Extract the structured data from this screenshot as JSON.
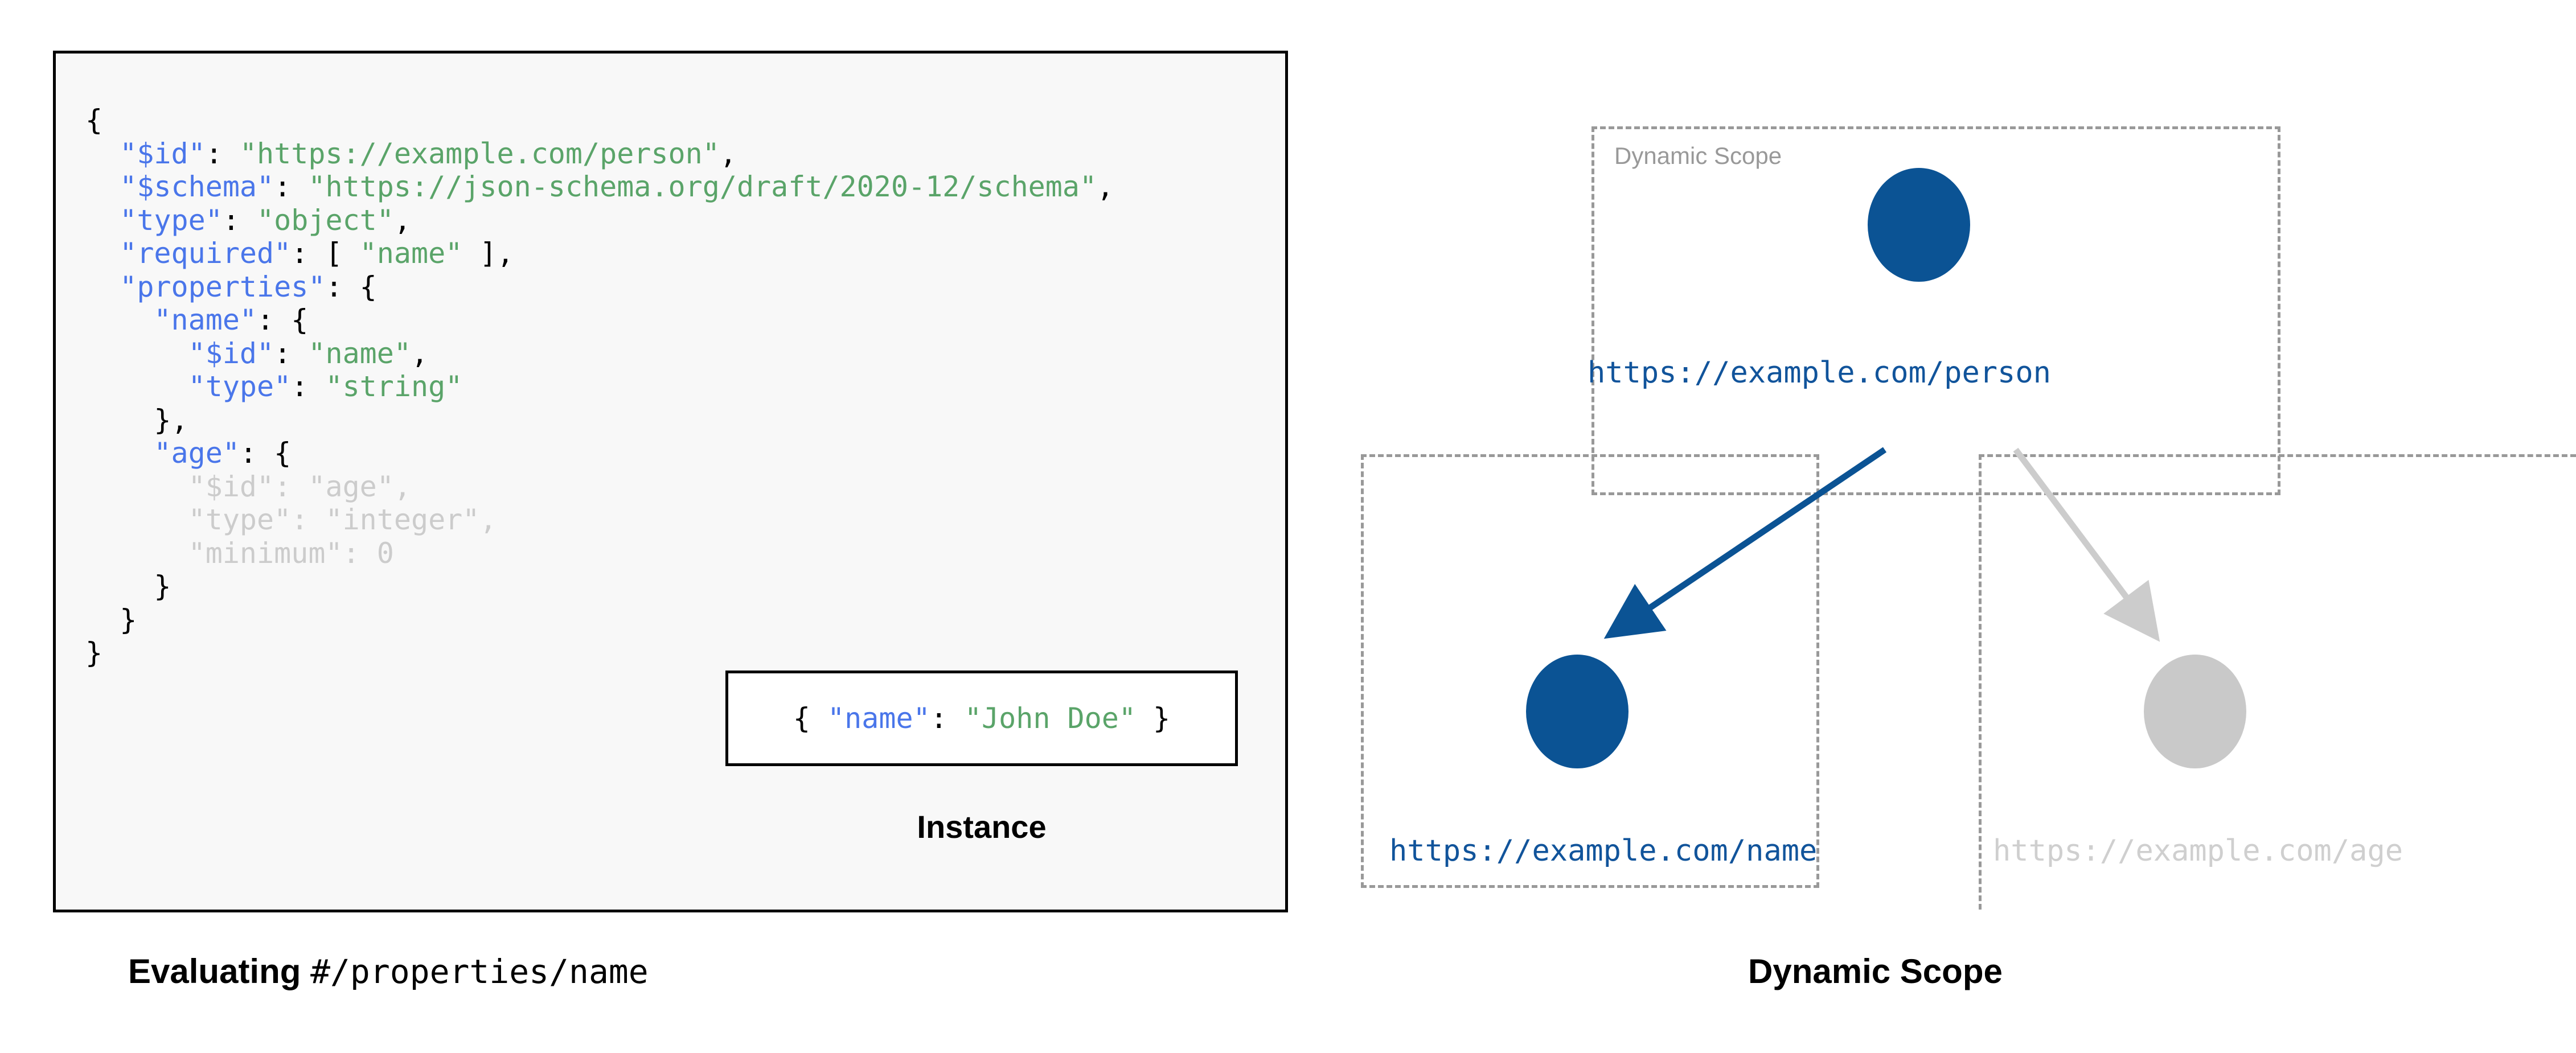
{
  "left_panel": {
    "schema_lines": [
      [
        {
          "t": "{",
          "c": "p"
        }
      ],
      [
        {
          "t": "  ",
          "c": "p"
        },
        {
          "t": "\"$id\"",
          "c": "k"
        },
        {
          "t": ": ",
          "c": "p"
        },
        {
          "t": "\"https://example.com/person\"",
          "c": "s"
        },
        {
          "t": ",",
          "c": "p"
        }
      ],
      [
        {
          "t": "  ",
          "c": "p"
        },
        {
          "t": "\"$schema\"",
          "c": "k"
        },
        {
          "t": ": ",
          "c": "p"
        },
        {
          "t": "\"https://json-schema.org/draft/2020-12/schema\"",
          "c": "s"
        },
        {
          "t": ",",
          "c": "p"
        }
      ],
      [
        {
          "t": "  ",
          "c": "p"
        },
        {
          "t": "\"type\"",
          "c": "k"
        },
        {
          "t": ": ",
          "c": "p"
        },
        {
          "t": "\"object\"",
          "c": "s"
        },
        {
          "t": ",",
          "c": "p"
        }
      ],
      [
        {
          "t": "  ",
          "c": "p"
        },
        {
          "t": "\"required\"",
          "c": "k"
        },
        {
          "t": ": [ ",
          "c": "p"
        },
        {
          "t": "\"name\"",
          "c": "s"
        },
        {
          "t": " ],",
          "c": "p"
        }
      ],
      [
        {
          "t": "  ",
          "c": "p"
        },
        {
          "t": "\"properties\"",
          "c": "k"
        },
        {
          "t": ": {",
          "c": "p"
        }
      ],
      [
        {
          "t": "    ",
          "c": "p"
        },
        {
          "t": "\"name\"",
          "c": "k"
        },
        {
          "t": ": {",
          "c": "p"
        }
      ],
      [
        {
          "t": "      ",
          "c": "p"
        },
        {
          "t": "\"$id\"",
          "c": "k"
        },
        {
          "t": ": ",
          "c": "p"
        },
        {
          "t": "\"name\"",
          "c": "s"
        },
        {
          "t": ",",
          "c": "p"
        }
      ],
      [
        {
          "t": "      ",
          "c": "p"
        },
        {
          "t": "\"type\"",
          "c": "k"
        },
        {
          "t": ": ",
          "c": "p"
        },
        {
          "t": "\"string\"",
          "c": "s"
        }
      ],
      [
        {
          "t": "    },",
          "c": "p"
        }
      ],
      [
        {
          "t": "    ",
          "c": "p"
        },
        {
          "t": "\"age\"",
          "c": "k"
        },
        {
          "t": ": {",
          "c": "p"
        }
      ],
      [
        {
          "t": "      ",
          "c": "p"
        },
        {
          "t": "\"$id\"",
          "c": "k dim"
        },
        {
          "t": ": ",
          "c": "p dim"
        },
        {
          "t": "\"age\"",
          "c": "s dim"
        },
        {
          "t": ",",
          "c": "p dim"
        }
      ],
      [
        {
          "t": "      ",
          "c": "p"
        },
        {
          "t": "\"type\"",
          "c": "k dim"
        },
        {
          "t": ": ",
          "c": "p dim"
        },
        {
          "t": "\"integer\"",
          "c": "s dim"
        },
        {
          "t": ",",
          "c": "p dim"
        }
      ],
      [
        {
          "t": "      ",
          "c": "p"
        },
        {
          "t": "\"minimum\"",
          "c": "k dim"
        },
        {
          "t": ": ",
          "c": "p dim"
        },
        {
          "t": "0",
          "c": "s dim"
        }
      ],
      [
        {
          "t": "    }",
          "c": "p"
        }
      ],
      [
        {
          "t": "  }",
          "c": "p"
        }
      ],
      [
        {
          "t": "}",
          "c": "p"
        }
      ]
    ],
    "instance": {
      "tokens": [
        {
          "t": "{ ",
          "c": "p"
        },
        {
          "t": "\"name\"",
          "c": "k"
        },
        {
          "t": ": ",
          "c": "p"
        },
        {
          "t": "\"John Doe\"",
          "c": "s"
        },
        {
          "t": " }",
          "c": "p"
        }
      ],
      "caption": "Instance"
    },
    "caption_bold": "Evaluating",
    "caption_mono": "#/properties/name"
  },
  "right_panel": {
    "caption": "Dynamic Scope",
    "scope_tag": "Dynamic Scope",
    "nodes": [
      {
        "id": "person",
        "label": "https://example.com/person",
        "color": "#0b5394",
        "active": true
      },
      {
        "id": "name",
        "label": "https://example.com/name",
        "color": "#0b5394",
        "active": true
      },
      {
        "id": "age",
        "label": "https://example.com/age",
        "color": "#c9c9c9",
        "active": false
      }
    ],
    "edges": [
      {
        "from": "person",
        "to": "name",
        "color": "#0b5394"
      },
      {
        "from": "person",
        "to": "age",
        "color": "#cccccc"
      }
    ]
  },
  "colors": {
    "accent_blue": "#0b5394",
    "muted_gray": "#c9c9c9",
    "dash_gray": "#999999",
    "key_blue": "#4a76ea",
    "string_green": "#5aa469",
    "panel_bg": "#f8f8f8"
  }
}
